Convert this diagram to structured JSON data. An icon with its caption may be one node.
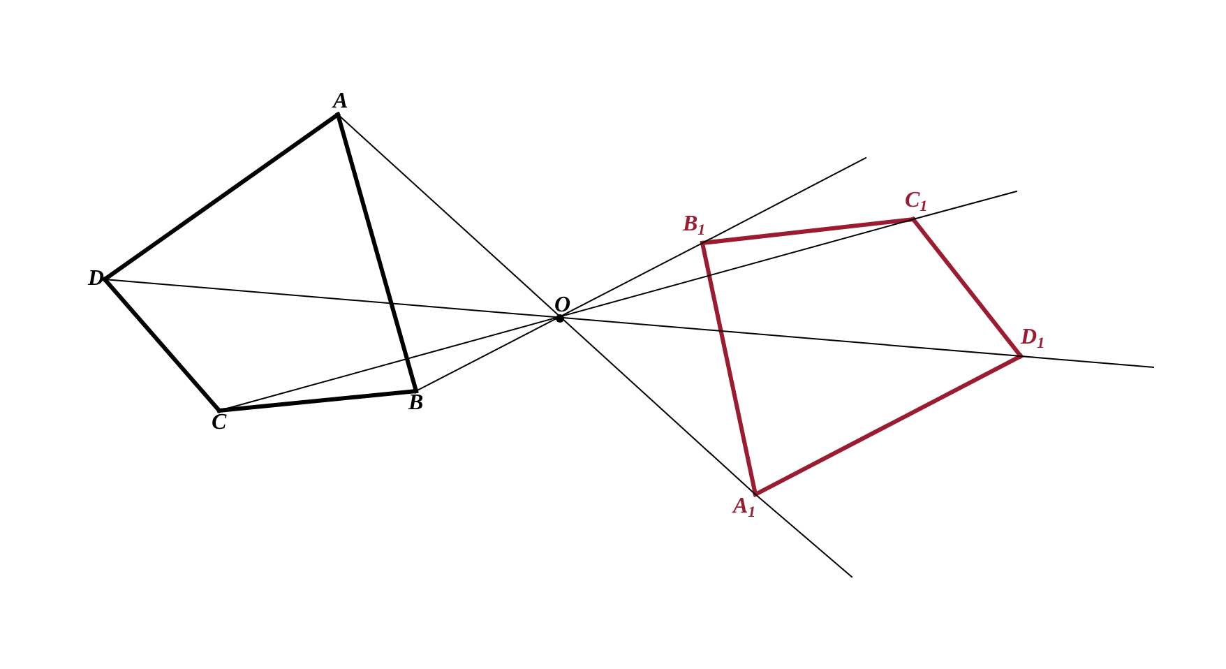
{
  "diagram": {
    "nodes": [
      {
        "text": [
          "A"
        ]
      },
      {
        "text": [
          "B"
        ]
      },
      {
        "text": [
          "C"
        ]
      },
      {
        "text": [
          "D"
        ]
      },
      {
        "text": [
          "O"
        ]
      },
      {
        "text": [
          "A$_{1}$"
        ]
      },
      {
        "text": [
          "B$_{1}$"
        ]
      },
      {
        "text": [
          "C$_{1}$"
        ]
      },
      {
        "text": [
          "D$_{1}$"
        ]
      }
    ],
    "edges": [
      {
        "from": 0,
        "to": 1,
        "arrow": "none",
        "style": "thick"
      },
      {
        "from": 1,
        "to": 2,
        "arrow": "none",
        "style": "thick"
      },
      {
        "from": 2,
        "to": 3,
        "arrow": "none",
        "style": "thick"
      },
      {
        "from": 3,
        "to": 0,
        "arrow": "none",
        "style": "thick"
      },
      {
        "from": 5,
        "to": 6,
        "arrow": "none",
        "style": "thick",
        "color": "#9b1b30"
      },
      {
        "from": 6,
        "to": 7,
        "arrow": "none",
        "style": "thick",
        "color": "#9b1b30"
      },
      {
        "from": 7,
        "to": 8,
        "arrow": "none",
        "style": "thick",
        "color": "#9b1b30"
      },
      {
        "from": 8,
        "to": 5,
        "arrow": "none",
        "style": "thick",
        "color": "#9b1b30"
      },
      {
        "from": 0,
        "to": 5,
        "arrow": "none"
      },
      {
        "from": 5,
        "to": null,
        "arrow": "none"
      },
      {
        "from": 1,
        "to": 6,
        "arrow": "none"
      },
      {
        "from": 6,
        "to": null,
        "arrow": "none"
      },
      {
        "from": 2,
        "to": 7,
        "arrow": "none"
      },
      {
        "from": 7,
        "to": null,
        "arrow": "none"
      },
      {
        "from": 3,
        "to": 8,
        "arrow": "none"
      },
      {
        "from": 8,
        "to": null,
        "arrow": "none"
      }
    ]
  }
}
